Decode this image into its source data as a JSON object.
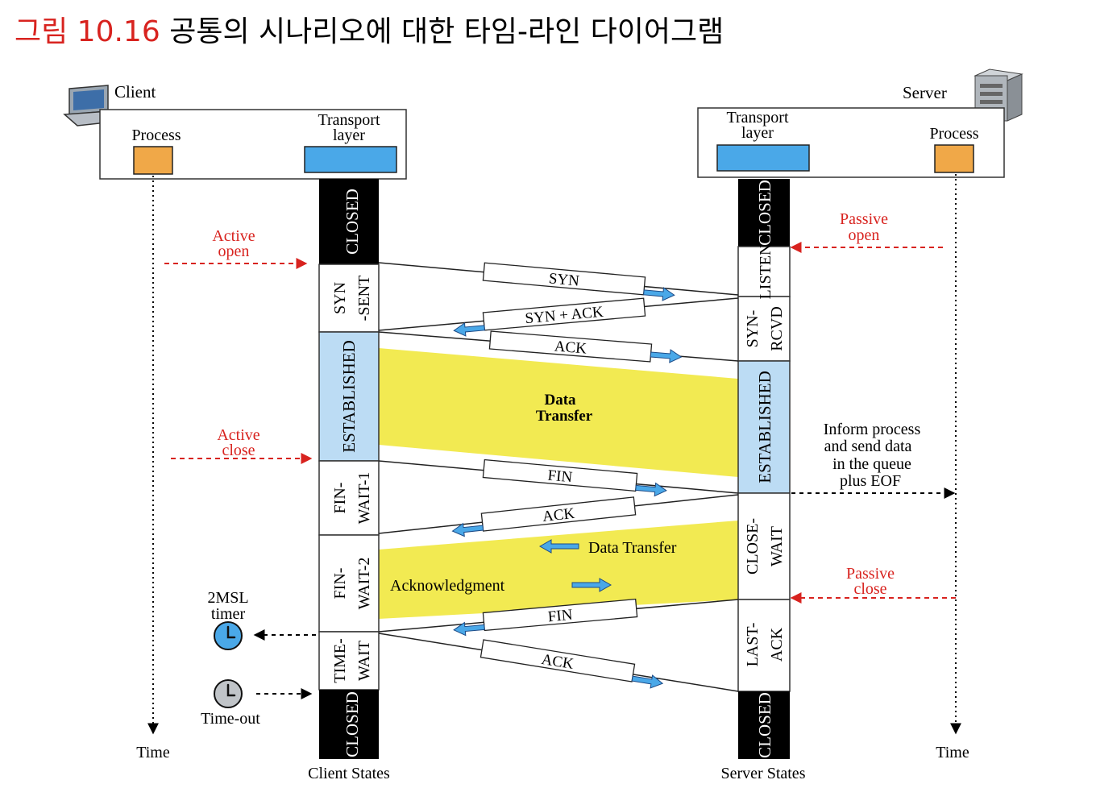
{
  "title": {
    "figure_label": "그림 10.16",
    "text": "공통의 시나리오에 대한 타임-라인 다이어그램"
  },
  "client": {
    "name": "Client",
    "process_label": "Process",
    "transport_label_1": "Transport",
    "transport_label_2": "layer",
    "states_label": "Client States",
    "time_label": "Time",
    "states": [
      "CLOSED",
      "SYN",
      "-SENT",
      "ESTABLISHED",
      "FIN-",
      "WAIT-1",
      "FIN-",
      "WAIT-2",
      "TIME-",
      "WAIT",
      "CLOSED"
    ]
  },
  "server": {
    "name": "Server",
    "process_label": "Process",
    "transport_label_1": "Transport",
    "transport_label_2": "layer",
    "states_label": "Server States",
    "time_label": "Time",
    "states": [
      "CLOSED",
      "LISTEN",
      "SYN-",
      "RCVD",
      "ESTABLISHED",
      "CLOSE-",
      "WAIT",
      "LAST-",
      "ACK",
      "CLOSED"
    ]
  },
  "segments": {
    "syn": "SYN",
    "syn_ack": "SYN + ACK",
    "ack1": "ACK",
    "fin1": "FIN",
    "ack2": "ACK",
    "fin2": "FIN",
    "ack3": "ACK"
  },
  "annotations": {
    "active_open_1": "Active",
    "active_open_2": "open",
    "passive_open_1": "Passive",
    "passive_open_2": "open",
    "active_close_1": "Active",
    "active_close_2": "close",
    "passive_close_1": "Passive",
    "passive_close_2": "close",
    "data_transfer_1": "Data",
    "data_transfer_2": "Transfer",
    "data_transfer_half": "Data Transfer",
    "acknowledgment": "Acknowledgment",
    "inform_1": "Inform process",
    "inform_2": "and send data",
    "inform_3": "in the queue",
    "inform_4": "plus EOF",
    "msl_1": "2MSL",
    "msl_2": "timer",
    "timeout": "Time-out"
  },
  "colors": {
    "red": "#d8231f",
    "blue": "#4aa8e8",
    "light_blue": "#bcdcf4",
    "orange": "#f0a848",
    "yellow": "#f2ea52",
    "black": "#000000"
  }
}
